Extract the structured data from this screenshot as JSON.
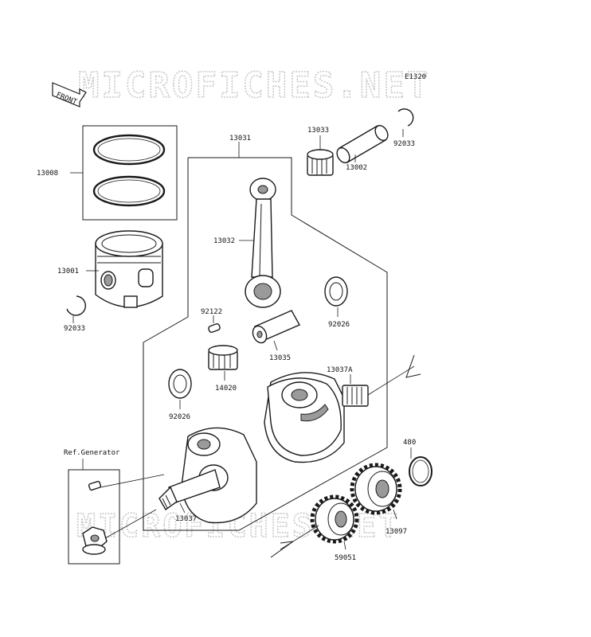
{
  "diagram": {
    "code": "E1320",
    "watermark": "MICROFICHES.NET",
    "front_label": "FRONT",
    "ref_label": "Ref.Generator",
    "parts": {
      "p13008": "13008",
      "p13001": "13001",
      "p92033_left": "92033",
      "p13031": "13031",
      "p13033": "13033",
      "p13002": "13002",
      "p92033_right": "92033",
      "p13032": "13032",
      "p92122": "92122",
      "p92026_right": "92026",
      "p13035": "13035",
      "p14020": "14020",
      "p13037A": "13037A",
      "p92026_left": "92026",
      "p480": "480",
      "p13037": "13037",
      "p13097": "13097",
      "p59051": "59051"
    }
  }
}
